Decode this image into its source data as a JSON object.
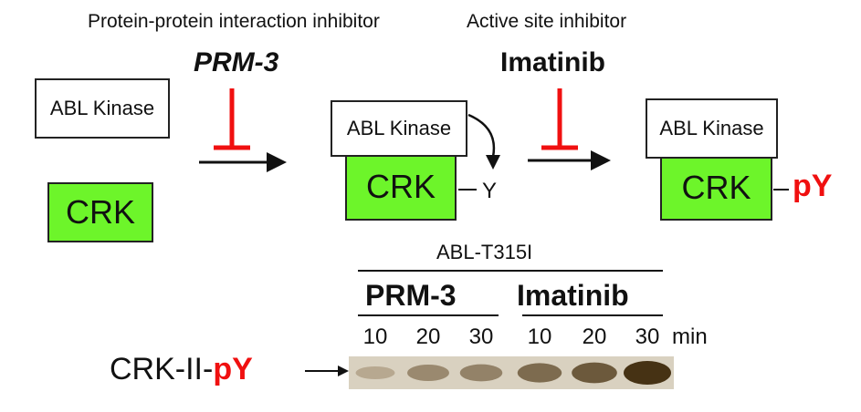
{
  "step1": {
    "caption": "Protein-protein interaction inhibitor",
    "drug": "PRM-3"
  },
  "step2": {
    "caption": "Active site inhibitor",
    "drug": "Imatinib"
  },
  "state1": {
    "kinase": "ABL Kinase",
    "substrate": "CRK"
  },
  "state2": {
    "kinase": "ABL Kinase",
    "substrate": "CRK",
    "residue": "Y"
  },
  "state3": {
    "kinase": "ABL Kinase",
    "substrate": "CRK",
    "residue": "pY"
  },
  "blot": {
    "construct": "ABL-T315I",
    "groups": [
      "PRM-3",
      "Imatinib"
    ],
    "lanes": [
      "10",
      "20",
      "30",
      "10",
      "20",
      "30"
    ],
    "unit": "min",
    "row_label_prefix": "CRK-II-",
    "row_label_mod": "pY",
    "band_intensity": [
      0.25,
      0.5,
      0.55,
      0.7,
      0.8,
      1.0
    ]
  },
  "colors": {
    "inhibitor": "#f01010",
    "crk": "#6df52a",
    "phospho": "#f01010"
  }
}
